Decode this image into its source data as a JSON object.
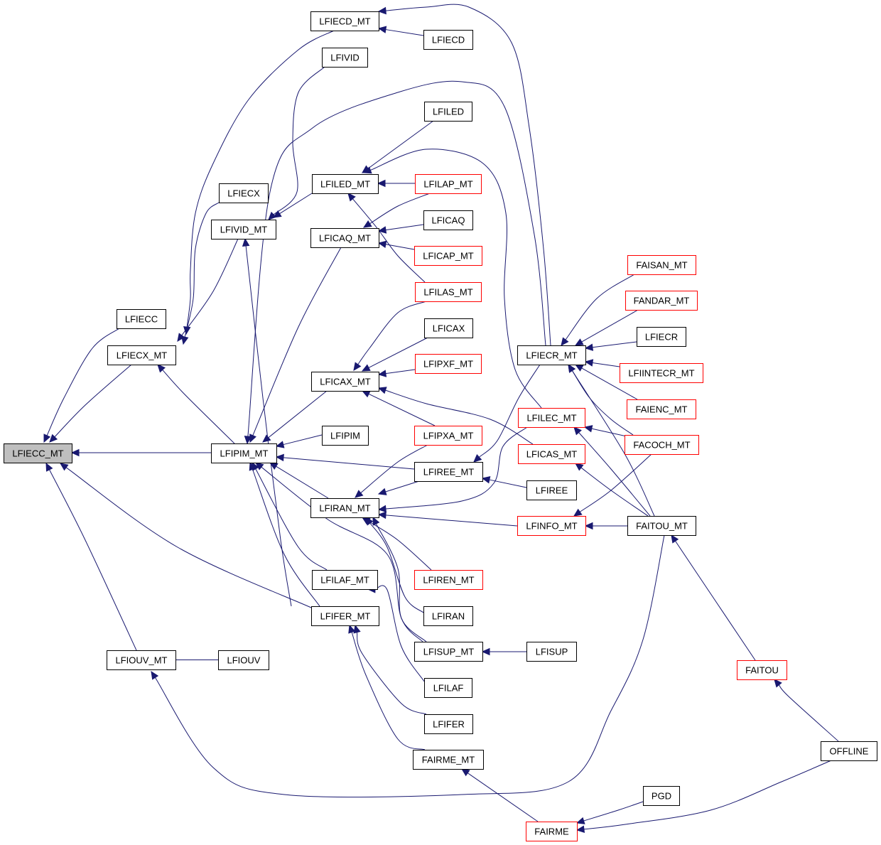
{
  "title": "Call graph of LFIECC_MT",
  "colors": {
    "edge": "#191970",
    "node_border": "#000000",
    "node_border_red": "#ff0000",
    "focus_fill": "#bfbfbf"
  },
  "nodes": [
    {
      "id": "LFIECC_MT",
      "label": "LFIECC_MT",
      "style": "focus"
    },
    {
      "id": "LFIECC",
      "label": "LFIECC",
      "style": "black"
    },
    {
      "id": "LFIECX_MT",
      "label": "LFIECX_MT",
      "style": "black"
    },
    {
      "id": "LFIECX",
      "label": "LFIECX",
      "style": "black"
    },
    {
      "id": "LFIVID_MT",
      "label": "LFIVID_MT",
      "style": "black"
    },
    {
      "id": "LFIOUV_MT",
      "label": "LFIOUV_MT",
      "style": "black"
    },
    {
      "id": "LFIOUV",
      "label": "LFIOUV",
      "style": "black"
    },
    {
      "id": "LFIPIM_MT",
      "label": "LFIPIM_MT",
      "style": "black"
    },
    {
      "id": "LFIECD_MT",
      "label": "LFIECD_MT",
      "style": "black"
    },
    {
      "id": "LFIVID",
      "label": "LFIVID",
      "style": "black"
    },
    {
      "id": "LFILED_MT",
      "label": "LFILED_MT",
      "style": "black"
    },
    {
      "id": "LFICAQ_MT",
      "label": "LFICAQ_MT",
      "style": "black"
    },
    {
      "id": "LFICAX_MT",
      "label": "LFICAX_MT",
      "style": "black"
    },
    {
      "id": "LFIPIM",
      "label": "LFIPIM",
      "style": "black"
    },
    {
      "id": "LFIRAN_MT",
      "label": "LFIRAN_MT",
      "style": "black"
    },
    {
      "id": "LFILAF_MT",
      "label": "LFILAF_MT",
      "style": "black"
    },
    {
      "id": "LFIFER_MT",
      "label": "LFIFER_MT",
      "style": "black"
    },
    {
      "id": "LFIECD",
      "label": "LFIECD",
      "style": "black"
    },
    {
      "id": "LFILED",
      "label": "LFILED",
      "style": "black"
    },
    {
      "id": "LFILAP_MT",
      "label": "LFILAP_MT",
      "style": "red"
    },
    {
      "id": "LFICAQ",
      "label": "LFICAQ",
      "style": "black"
    },
    {
      "id": "LFICAP_MT",
      "label": "LFICAP_MT",
      "style": "red"
    },
    {
      "id": "LFILAS_MT",
      "label": "LFILAS_MT",
      "style": "red"
    },
    {
      "id": "LFICAX",
      "label": "LFICAX",
      "style": "black"
    },
    {
      "id": "LFIPXF_MT",
      "label": "LFIPXF_MT",
      "style": "red"
    },
    {
      "id": "LFIPXA_MT",
      "label": "LFIPXA_MT",
      "style": "red"
    },
    {
      "id": "LFIREE_MT",
      "label": "LFIREE_MT",
      "style": "black"
    },
    {
      "id": "LFIREN_MT",
      "label": "LFIREN_MT",
      "style": "red"
    },
    {
      "id": "LFIRAN",
      "label": "LFIRAN",
      "style": "black"
    },
    {
      "id": "LFISUP_MT",
      "label": "LFISUP_MT",
      "style": "black"
    },
    {
      "id": "LFILAF",
      "label": "LFILAF",
      "style": "black"
    },
    {
      "id": "LFIFER",
      "label": "LFIFER",
      "style": "black"
    },
    {
      "id": "FAIRME_MT",
      "label": "FAIRME_MT",
      "style": "black"
    },
    {
      "id": "LFIECR_MT",
      "label": "LFIECR_MT",
      "style": "black"
    },
    {
      "id": "LFILEC_MT",
      "label": "LFILEC_MT",
      "style": "red"
    },
    {
      "id": "LFICAS_MT",
      "label": "LFICAS_MT",
      "style": "red"
    },
    {
      "id": "LFIREE",
      "label": "LFIREE",
      "style": "black"
    },
    {
      "id": "LFINFO_MT",
      "label": "LFINFO_MT",
      "style": "red"
    },
    {
      "id": "LFISUP",
      "label": "LFISUP",
      "style": "black"
    },
    {
      "id": "FAIRME",
      "label": "FAIRME",
      "style": "red"
    },
    {
      "id": "FAISAN_MT",
      "label": "FAISAN_MT",
      "style": "red"
    },
    {
      "id": "FANDAR_MT",
      "label": "FANDAR_MT",
      "style": "red"
    },
    {
      "id": "LFIECR",
      "label": "LFIECR",
      "style": "black"
    },
    {
      "id": "LFIINTECR_MT",
      "label": "LFIINTECR_MT",
      "style": "red"
    },
    {
      "id": "FAIENC_MT",
      "label": "FAIENC_MT",
      "style": "red"
    },
    {
      "id": "FACOCH_MT",
      "label": "FACOCH_MT",
      "style": "red"
    },
    {
      "id": "FAITOU_MT",
      "label": "FAITOU_MT",
      "style": "black"
    },
    {
      "id": "PGD",
      "label": "PGD",
      "style": "black"
    },
    {
      "id": "FAITOU",
      "label": "FAITOU",
      "style": "red"
    },
    {
      "id": "OFFLINE",
      "label": "OFFLINE",
      "style": "black"
    }
  ],
  "edges": [
    {
      "from": "LFIECC",
      "to": "LFIECC_MT"
    },
    {
      "from": "LFIECX_MT",
      "to": "LFIECC_MT"
    },
    {
      "from": "LFIPIM_MT",
      "to": "LFIECC_MT"
    },
    {
      "from": "LFIOUV_MT",
      "to": "LFIECC_MT"
    },
    {
      "from": "LFIFER_MT",
      "to": "LFIECC_MT"
    },
    {
      "from": "LFIECX",
      "to": "LFIECX_MT"
    },
    {
      "from": "LFIECD_MT",
      "to": "LFIECX_MT"
    },
    {
      "from": "LFIVID_MT",
      "to": "LFIECX_MT"
    },
    {
      "from": "LFIPIM_MT",
      "to": "LFIECX_MT"
    },
    {
      "from": "LFIOUV",
      "to": "LFIOUV_MT"
    },
    {
      "from": "FAITOU_MT",
      "to": "LFIOUV_MT"
    },
    {
      "from": "LFIVID",
      "to": "LFIVID_MT"
    },
    {
      "from": "LFILED_MT",
      "to": "LFIVID_MT"
    },
    {
      "from": "LFIFER_MT",
      "to": "LFIVID_MT"
    },
    {
      "from": "LFIECD",
      "to": "LFIECD_MT"
    },
    {
      "from": "LFIECR_MT",
      "to": "LFIECD_MT"
    },
    {
      "from": "LFIECR_MT",
      "to": "LFIPIM_MT"
    },
    {
      "from": "LFICAQ_MT",
      "to": "LFIPIM_MT"
    },
    {
      "from": "LFICAX_MT",
      "to": "LFIPIM_MT"
    },
    {
      "from": "LFIPIM",
      "to": "LFIPIM_MT"
    },
    {
      "from": "LFIREE_MT",
      "to": "LFIPIM_MT"
    },
    {
      "from": "LFIRAN_MT",
      "to": "LFIPIM_MT"
    },
    {
      "from": "LFILAF_MT",
      "to": "LFIPIM_MT"
    },
    {
      "from": "LFIFER_MT",
      "to": "LFIPIM_MT"
    },
    {
      "from": "LFISUP_MT",
      "to": "LFIPIM_MT"
    },
    {
      "from": "LFILED",
      "to": "LFILED_MT"
    },
    {
      "from": "LFILAP_MT",
      "to": "LFILED_MT"
    },
    {
      "from": "LFILAS_MT",
      "to": "LFILED_MT"
    },
    {
      "from": "LFILEC_MT",
      "to": "LFILED_MT"
    },
    {
      "from": "LFILAP_MT",
      "to": "LFICAQ_MT"
    },
    {
      "from": "LFICAQ",
      "to": "LFICAQ_MT"
    },
    {
      "from": "LFICAP_MT",
      "to": "LFICAQ_MT"
    },
    {
      "from": "LFILAS_MT",
      "to": "LFICAX_MT"
    },
    {
      "from": "LFICAX",
      "to": "LFICAX_MT"
    },
    {
      "from": "LFIPXF_MT",
      "to": "LFICAX_MT"
    },
    {
      "from": "LFIPXA_MT",
      "to": "LFICAX_MT"
    },
    {
      "from": "LFICAS_MT",
      "to": "LFICAX_MT"
    },
    {
      "from": "LFIPXA_MT",
      "to": "LFIRAN_MT"
    },
    {
      "from": "LFIREE_MT",
      "to": "LFIRAN_MT"
    },
    {
      "from": "LFILEC_MT",
      "to": "LFIRAN_MT"
    },
    {
      "from": "LFINFO_MT",
      "to": "LFIRAN_MT"
    },
    {
      "from": "LFIREN_MT",
      "to": "LFIRAN_MT"
    },
    {
      "from": "LFIRAN",
      "to": "LFIRAN_MT"
    },
    {
      "from": "LFISUP_MT",
      "to": "LFIRAN_MT"
    },
    {
      "from": "LFILAF",
      "to": "LFILAF_MT"
    },
    {
      "from": "LFIFER",
      "to": "LFIFER_MT"
    },
    {
      "from": "FAIRME_MT",
      "to": "LFIFER_MT"
    },
    {
      "from": "LFIECR_MT",
      "to": "LFIREE_MT"
    },
    {
      "from": "LFIREE",
      "to": "LFIREE_MT"
    },
    {
      "from": "LFISUP",
      "to": "LFISUP_MT"
    },
    {
      "from": "FAIRME",
      "to": "FAIRME_MT"
    },
    {
      "from": "FAISAN_MT",
      "to": "LFIECR_MT"
    },
    {
      "from": "FANDAR_MT",
      "to": "LFIECR_MT"
    },
    {
      "from": "LFIECR",
      "to": "LFIECR_MT"
    },
    {
      "from": "LFIINTECR_MT",
      "to": "LFIECR_MT"
    },
    {
      "from": "FAIENC_MT",
      "to": "LFIECR_MT"
    },
    {
      "from": "FACOCH_MT",
      "to": "LFIECR_MT"
    },
    {
      "from": "FAITOU_MT",
      "to": "LFIECR_MT"
    },
    {
      "from": "FACOCH_MT",
      "to": "LFILEC_MT"
    },
    {
      "from": "FAITOU_MT",
      "to": "LFILEC_MT"
    },
    {
      "from": "FAITOU_MT",
      "to": "LFICAS_MT"
    },
    {
      "from": "FACOCH_MT",
      "to": "LFINFO_MT"
    },
    {
      "from": "FAITOU_MT",
      "to": "LFINFO_MT"
    },
    {
      "from": "FAITOU",
      "to": "FAITOU_MT"
    },
    {
      "from": "OFFLINE",
      "to": "FAITOU"
    },
    {
      "from": "PGD",
      "to": "FAIRME"
    },
    {
      "from": "OFFLINE",
      "to": "FAIRME"
    }
  ]
}
